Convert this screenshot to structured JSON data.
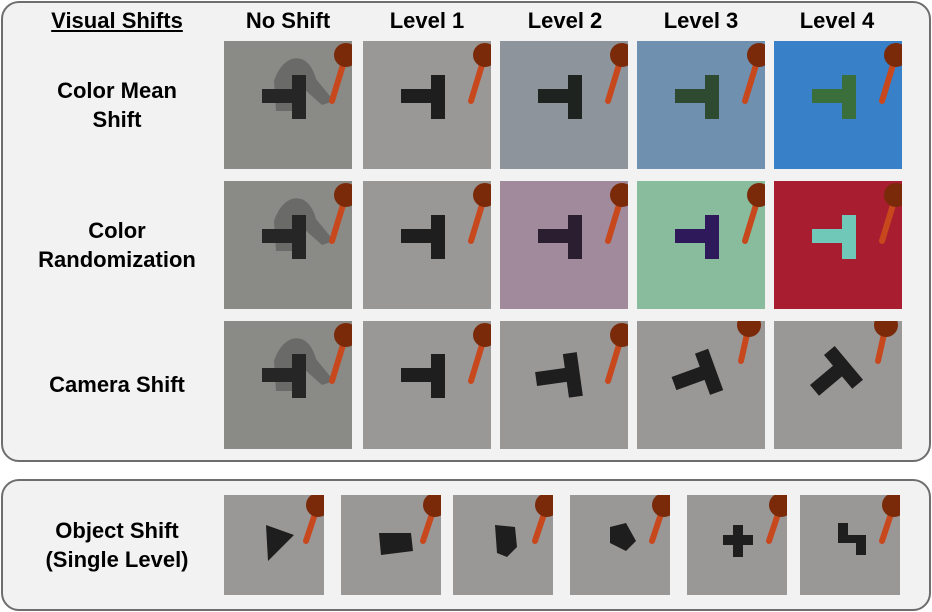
{
  "headers": [
    "Visual Shifts",
    "No Shift",
    "Level 1",
    "Level 2",
    "Level 3",
    "Level 4"
  ],
  "row_labels": [
    "Color Mean\nShift",
    "Color\nRandomization",
    "Camera Shift"
  ],
  "object_label": "Object Shift\n(Single Level)",
  "colors": {
    "panel_border": "#6e6e6e",
    "panel_fill": "#f2f2f2",
    "rod": "#c8481e",
    "ball": "#7a2a08"
  },
  "rows": [
    [
      {
        "bg": "#8a8a87",
        "obj": "#262626",
        "shadow": true
      },
      {
        "bg": "#9a9797",
        "obj": "#1e1e1e"
      },
      {
        "bg": "#8e949c",
        "obj": "#1f2320"
      },
      {
        "bg": "#7090b0",
        "obj": "#2e4a30"
      },
      {
        "bg": "#3880c8",
        "obj": "#3a6e3a"
      }
    ],
    [
      {
        "bg": "#8a8a87",
        "obj": "#262626",
        "shadow": true
      },
      {
        "bg": "#9a9797",
        "obj": "#1e1e1e"
      },
      {
        "bg": "#a08a9c",
        "obj": "#2a1e30"
      },
      {
        "bg": "#88bc9c",
        "obj": "#2e1a5a"
      },
      {
        "bg": "#a81e30",
        "obj": "#70c8b8"
      }
    ],
    [
      {
        "bg": "#8a8a87",
        "obj": "#262626",
        "shadow": true
      },
      {
        "bg": "#9a9797",
        "obj": "#1e1e1e"
      },
      {
        "bg": "#9a9797",
        "obj": "#1e1e1e"
      },
      {
        "bg": "#9a9797",
        "obj": "#1e1e1e"
      },
      {
        "bg": "#9a9797",
        "obj": "#1e1e1e"
      }
    ]
  ],
  "object_tiles": [
    {
      "shape": "triangle"
    },
    {
      "shape": "box"
    },
    {
      "shape": "pentagon-tall"
    },
    {
      "shape": "pentagon"
    },
    {
      "shape": "cross"
    },
    {
      "shape": "zigzag"
    }
  ]
}
